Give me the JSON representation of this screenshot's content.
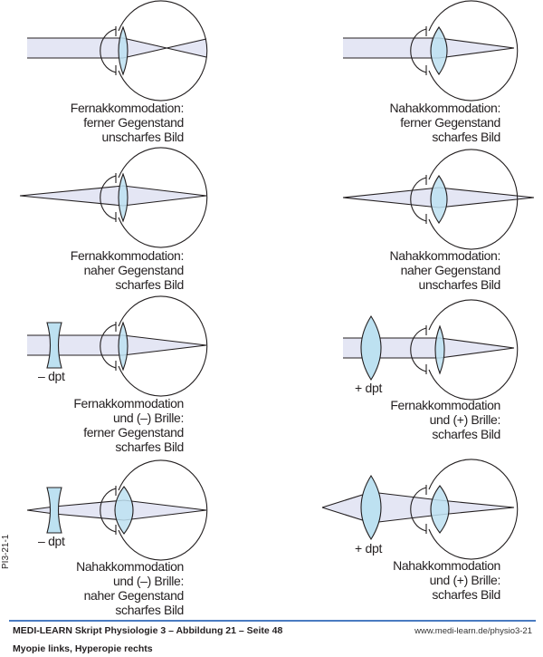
{
  "colors": {
    "beam": "#e4e6f4",
    "lens": "#bde1f1",
    "line": "#231f20",
    "rule": "#4a7bc1"
  },
  "panels": [
    {
      "id": "myopia-far",
      "lines": [
        "Fernakkommodation:",
        "ferner Gegenstand",
        "unscharfes Bild"
      ]
    },
    {
      "id": "hyperopia-far",
      "lines": [
        "Nahakkommodation:",
        "ferner Gegenstand",
        "scharfes Bild"
      ]
    },
    {
      "id": "myopia-near",
      "lines": [
        "Fernakkommodation:",
        "naher Gegenstand",
        "scharfes Bild"
      ]
    },
    {
      "id": "hyperopia-near",
      "lines": [
        "Nahakkommodation:",
        "naher Gegenstand",
        "unscharfes Bild"
      ]
    },
    {
      "id": "myopia-far-glasses",
      "lines": [
        "Fernakkommodation",
        "und (–) Brille:",
        "ferner Gegenstand",
        "scharfes Bild"
      ],
      "lens_label": "– dpt"
    },
    {
      "id": "hyperopia-far-glasses",
      "lines": [
        "Fernakkommodation",
        "und (+) Brille:",
        "scharfes Bild"
      ],
      "lens_label": "+ dpt"
    },
    {
      "id": "myopia-near-glasses",
      "lines": [
        "Nahakkommodation",
        "und (–) Brille:",
        "naher Gegenstand",
        "scharfes Bild"
      ],
      "lens_label": "– dpt"
    },
    {
      "id": "hyperopia-near-glasses",
      "lines": [
        "Nahakkommodation",
        "und (+) Brille:",
        "scharfes Bild"
      ],
      "lens_label": "+ dpt"
    }
  ],
  "figure_code": "PI3-21-1",
  "footer": {
    "title": "MEDI-LEARN Skript Physiologie 3 – Abbildung 21 – Seite 48",
    "url": "www.medi-learn.de/physio3-21",
    "subtitle": "Myopie links, Hyperopie rechts"
  }
}
